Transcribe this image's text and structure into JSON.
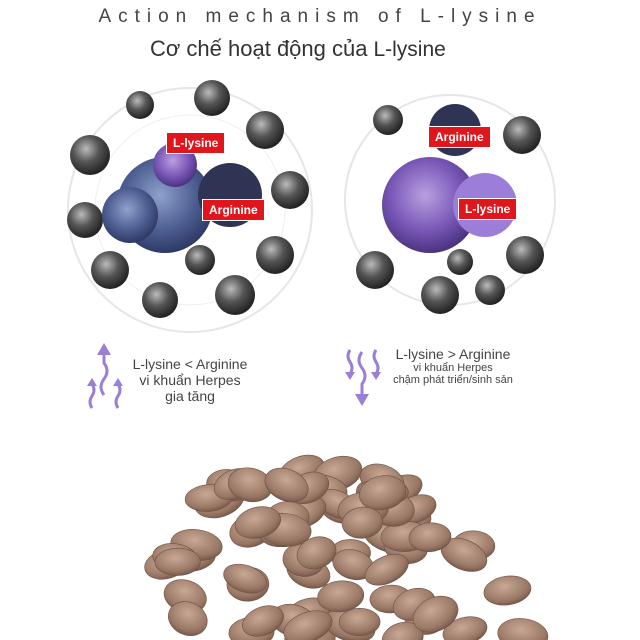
{
  "header": {
    "title_en": "Action mechanism of L-lysine",
    "title_vi": "Cơ chế hoạt động của",
    "title_vi_highlight": "L-lysine"
  },
  "left_panel": {
    "label_top": "L-lysine",
    "label_bottom": "Arginine",
    "caption": [
      "L-lysine < Arginine",
      "vi khuẩn Herpes",
      "gia tăng"
    ],
    "arrow_direction": "up"
  },
  "right_panel": {
    "label_top": "Arginine",
    "label_bottom": "L-lysine",
    "caption": [
      "L-lysine > Arginine",
      "vi khuẩn Herpes",
      "chậm phát triển/sinh sản"
    ],
    "arrow_direction": "down"
  },
  "colors": {
    "label_bg": "#e0161c",
    "arrow": "#9b7fd6",
    "pill": "#9a7866"
  }
}
